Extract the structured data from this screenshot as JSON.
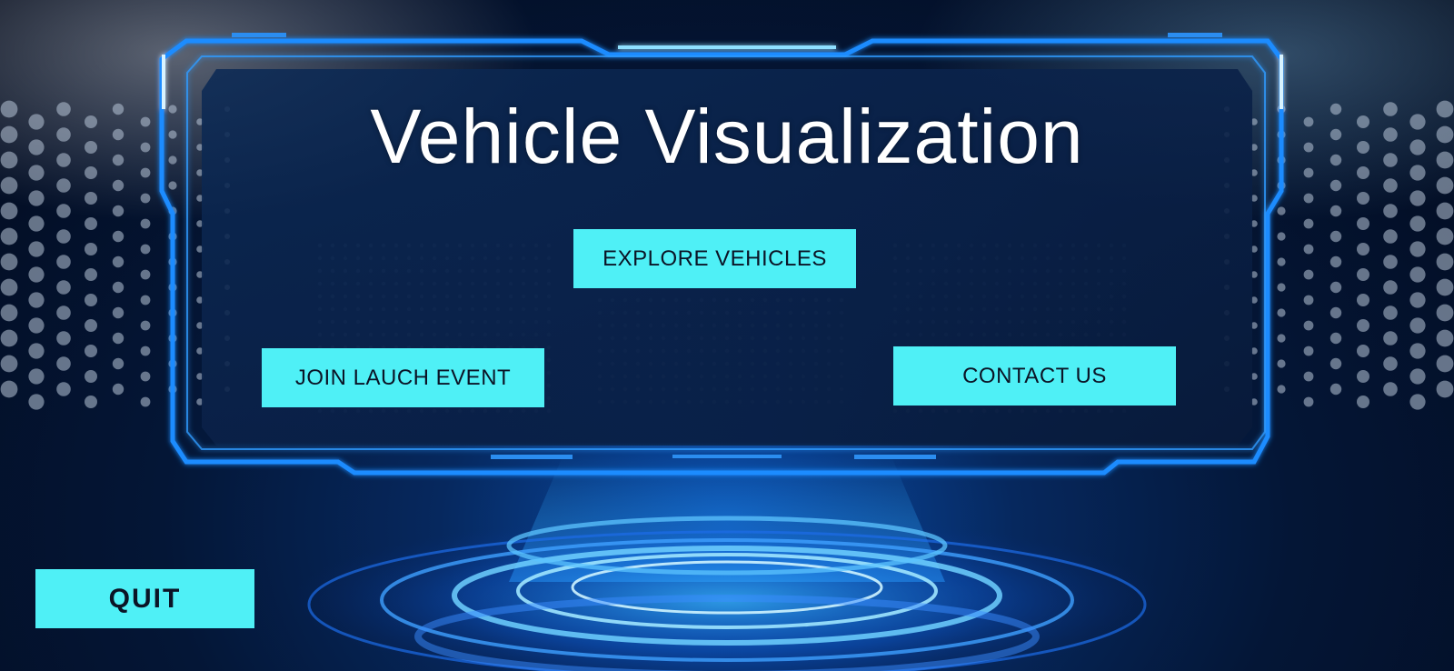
{
  "screen": {
    "title": "Vehicle Visualization"
  },
  "menu": {
    "explore_label": "EXPLORE VEHICLES",
    "join_label": "JOIN LAUCH EVENT",
    "contact_label": "CONTACT US",
    "quit_label": "QUIT"
  },
  "theme": {
    "button_color": "#4ff0f6",
    "button_text_color": "#0b1426",
    "frame_color": "#1f8cff",
    "glow_color": "#47c8ff"
  }
}
